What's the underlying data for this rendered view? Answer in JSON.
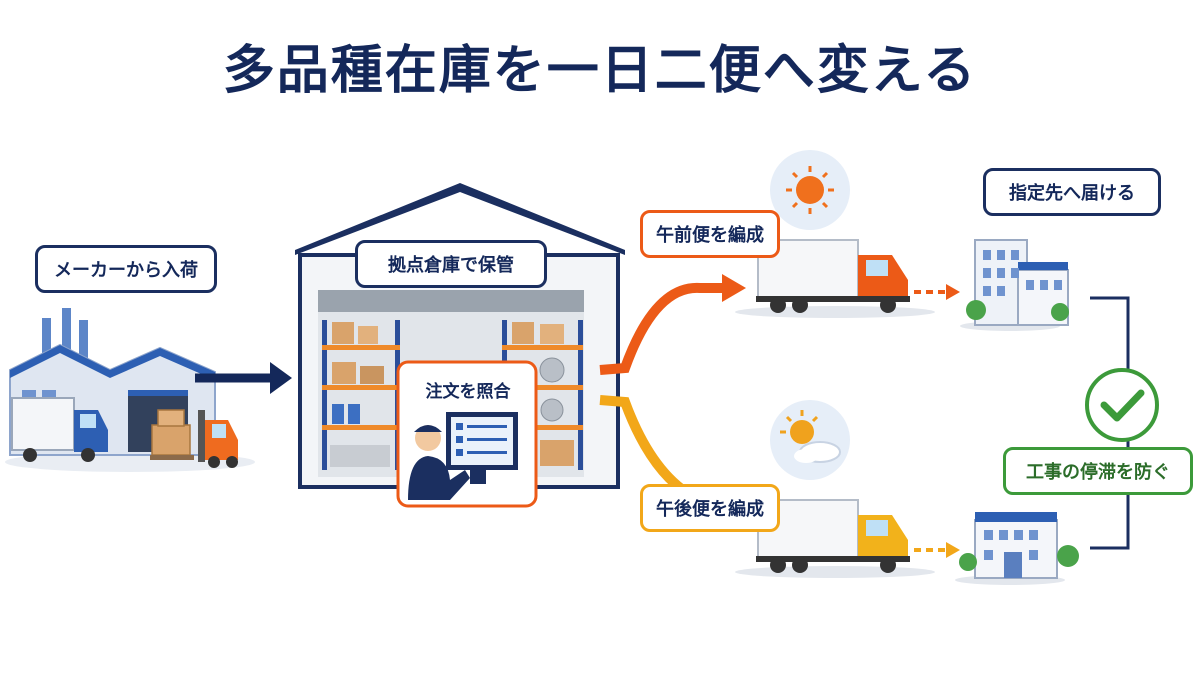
{
  "title": "多品種在庫を一日二便へ変える",
  "labels": {
    "inbound": "メーカーから入荷",
    "storage": "拠点倉庫で保管",
    "order_check": "注文を照合",
    "morning": "午前便を編成",
    "afternoon": "午後便を編成",
    "deliver": "指定先へ届ける",
    "prevent": "工事の停滞を防ぐ"
  },
  "colors": {
    "navy": "#14285a",
    "morning_route": "#ec5a17",
    "afternoon_route": "#f2a719",
    "check_green": "#3c9a3a"
  },
  "icons": [
    "factory-icon",
    "truck-icon",
    "forklift-icon",
    "warehouse-icon",
    "worker-icon",
    "sun-icon",
    "sun-cloud-icon",
    "building-icon",
    "checkmark-icon"
  ]
}
